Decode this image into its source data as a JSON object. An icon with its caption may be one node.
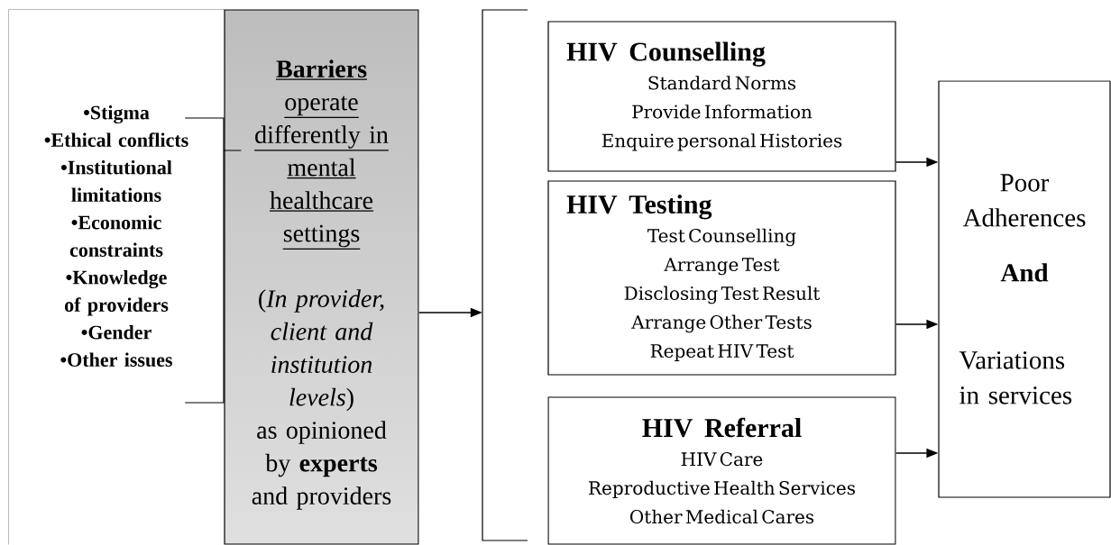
{
  "diagram": {
    "nodes": [
      {
        "text": [
          "•Stigma",
          "•Ethical conflicts",
          "•Institutional limitations",
          "•Economic constraints",
          "•Knowledge of providers",
          "•Gender",
          "•Other issues"
        ]
      },
      {
        "text": [
          "Barriers",
          "operate differently in mental healthcare settings",
          "(*In provider, client and institution levels*)",
          "as opinioned by **experts** and providers"
        ]
      },
      {
        "text": [],
        "shape": "bracket"
      },
      {
        "text": [
          "HIV Counselling",
          "Standard Norms",
          "Provide Information",
          "Enquire personal Histories"
        ]
      },
      {
        "text": [
          "HIV Testing",
          "Test Counselling",
          "Arrange Test",
          "Disclosing Test Result",
          "Arrange Other Tests",
          "Repeat HIV Test"
        ]
      },
      {
        "text": [
          "HIV Referral",
          "HIV Care",
          "Reproductive Health Services",
          "Other Medical Cares"
        ]
      },
      {
        "text": [
          "Poor Adherences",
          "And",
          "Variations in services"
        ]
      }
    ],
    "edges": [
      {
        "from": 0,
        "to": 1,
        "arrow": "none"
      },
      {
        "from": 1,
        "to": 2,
        "arrow": "to"
      },
      {
        "from": 3,
        "to": 6,
        "arrow": "to"
      },
      {
        "from": 4,
        "to": 6,
        "arrow": "to"
      },
      {
        "from": 5,
        "to": 6,
        "arrow": "to"
      }
    ]
  }
}
